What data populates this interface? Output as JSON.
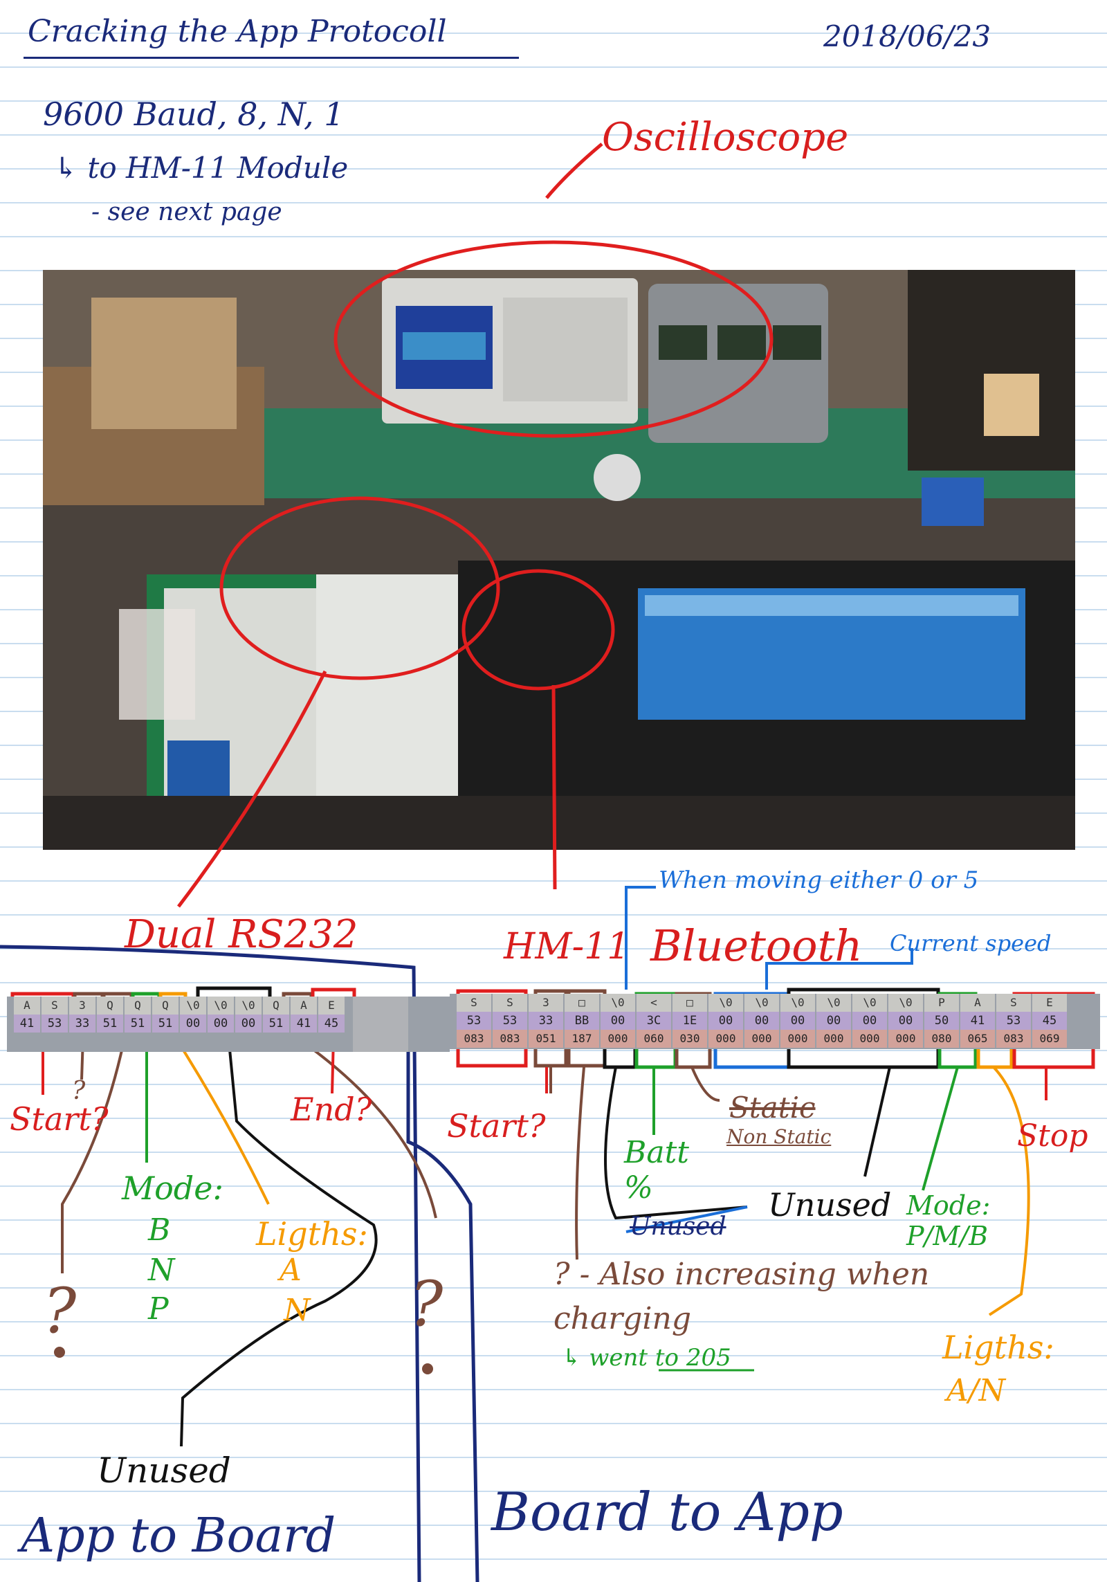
{
  "title": "Cracking the App Protocoll",
  "date": "2018/06/23",
  "notes": {
    "baud": "9600 Baud, 8, N, 1",
    "hm11": "↳ to HM-11 Module",
    "next": "- see next page"
  },
  "photo_labels": {
    "oscilloscope": "Oscilloscope",
    "dual_rs232": "Dual RS232",
    "hm11": "HM-11",
    "bluetooth": "Bluetooth"
  },
  "left_packet": {
    "chars": [
      "A",
      "S",
      "3",
      "Q",
      "Q",
      "Q",
      "\\0",
      "\\0",
      "\\0",
      "Q",
      "A",
      "E"
    ],
    "hex": [
      "41",
      "53",
      "33",
      "51",
      "51",
      "51",
      "00",
      "00",
      "00",
      "51",
      "41",
      "45"
    ]
  },
  "right_packet": {
    "chars": [
      "S",
      "S",
      "3",
      "□",
      "\\0",
      "<",
      "□",
      "\\0",
      "\\0",
      "\\0",
      "\\0",
      "\\0",
      "\\0",
      "P",
      "A",
      "S",
      "E"
    ],
    "hex": [
      "53",
      "53",
      "33",
      "BB",
      "00",
      "3C",
      "1E",
      "00",
      "00",
      "00",
      "00",
      "00",
      "00",
      "50",
      "41",
      "53",
      "45"
    ],
    "dec": [
      "083",
      "083",
      "051",
      "187",
      "000",
      "060",
      "030",
      "000",
      "000",
      "000",
      "000",
      "000",
      "000",
      "080",
      "065",
      "083",
      "069"
    ]
  },
  "annotations": {
    "start_left": "Start?",
    "q_left": "?",
    "end_left": "End?",
    "mode_title": "Mode:",
    "mode_values": [
      "B",
      "N",
      "P"
    ],
    "lights_title": "Ligths:",
    "lights_values": [
      "A",
      "N"
    ],
    "q_big_left": "?",
    "q_big_left2": "?",
    "unused_left": "Unused",
    "app_to_board": "App to Board",
    "board_to_app": "Board to App",
    "start_right": "Start?",
    "static": "Static",
    "non_static": "Non Static",
    "batt": "Batt %",
    "unused_strike": "Unused",
    "unused_right": "Unused",
    "mode_right": "Mode: P/M/B",
    "stop": "Stop",
    "also_increasing": "? - Also increasing when charging",
    "went_to": "↳ went to 205",
    "lights_right_title": "Ligths:",
    "lights_right_value": "A/N",
    "when_moving": "When moving either 0 or 5",
    "current_speed": "Current speed"
  }
}
